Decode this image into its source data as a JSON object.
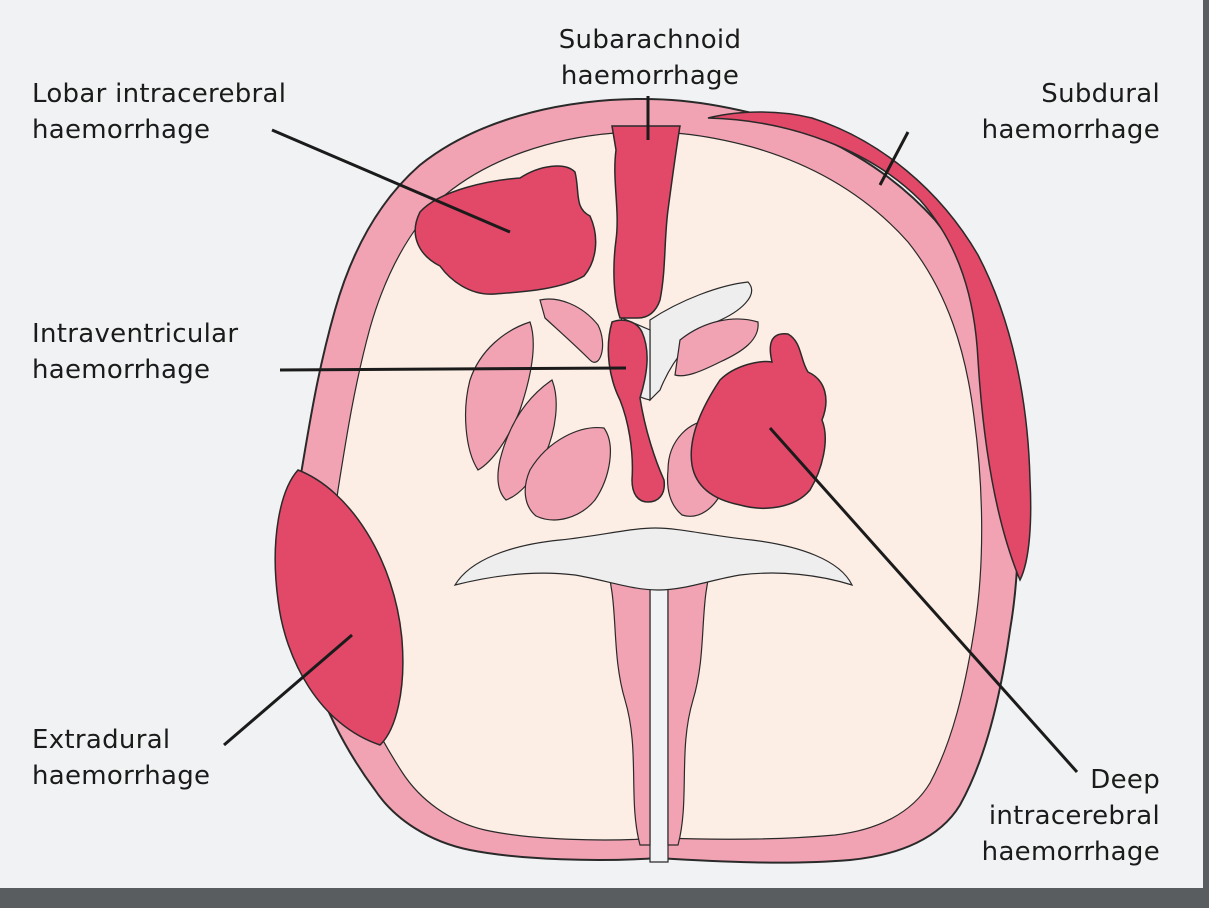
{
  "colors": {
    "background": "#f1f2f3",
    "frame": "#5a5d60",
    "brain_tissue": "#fdeee5",
    "cortex": "#f2a3b3",
    "haemorrhage": "#e24868",
    "ventricle": "#eeeeee",
    "outline": "#2a2a2a"
  },
  "labels": {
    "subarachnoid": {
      "line1": "Subarachnoid",
      "line2": "haemorrhage"
    },
    "lobar": {
      "line1": "Lobar intracerebral",
      "line2": "haemorrhage"
    },
    "subdural": {
      "line1": "Subdural",
      "line2": "haemorrhage"
    },
    "intraventricular": {
      "line1": "Intraventricular",
      "line2": "haemorrhage"
    },
    "extradural": {
      "line1": "Extradural",
      "line2": "haemorrhage"
    },
    "deep": {
      "line1": "Deep",
      "line2": "intracerebral",
      "line3": "haemorrhage"
    }
  }
}
